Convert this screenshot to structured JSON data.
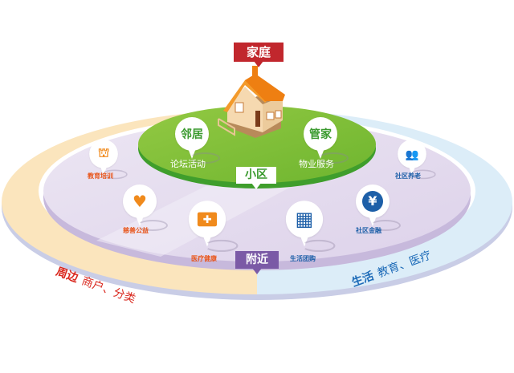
{
  "diagram": {
    "title_tags": {
      "home": "家庭",
      "community": "小区",
      "nearby": "附近"
    },
    "community_pins": [
      {
        "glyph": "邻居",
        "caption": "论坛活动",
        "color": "#3a9a2e"
      },
      {
        "glyph": "管家",
        "caption": "物业服务",
        "color": "#3a9a2e"
      }
    ],
    "nearby_pins": [
      {
        "icon": "education-icon",
        "glyph": "⛫",
        "caption": "教育培训",
        "color": "#f08a1c"
      },
      {
        "icon": "charity-heart-hands-icon",
        "glyph": "♥",
        "caption": "慈善公益",
        "color": "#f08a1c"
      },
      {
        "icon": "medical-kit-icon",
        "glyph": "✚",
        "caption": "医疗健康",
        "color": "#f08a1c"
      },
      {
        "icon": "shopping-basket-icon",
        "glyph": "▦",
        "caption": "生活团购",
        "color": "#1d5fa8"
      },
      {
        "icon": "yen-coin-icon",
        "glyph": "¥",
        "caption": "社区金融",
        "color": "#1d5fa8"
      },
      {
        "icon": "people-icon",
        "glyph": "👥",
        "caption": "社区养老",
        "color": "#1d5fa8"
      }
    ],
    "outer_ring": {
      "left": {
        "bold": "周边",
        "text": "商户、分类",
        "color": "#d9261c",
        "bg": "#fbe5bd"
      },
      "right": {
        "bold": "生活",
        "text": "教育、医疗",
        "color": "#1d6bb8",
        "bg": "#dcedf8"
      }
    },
    "colors": {
      "community_disc": "#7fbe36",
      "community_edge": "#3f9e2c",
      "nearby_disc": "#e2d8ec",
      "nearby_edge": "#c7b9dc",
      "home_tag": "#c1272d",
      "nearby_tag": "#7b5aa6"
    }
  }
}
